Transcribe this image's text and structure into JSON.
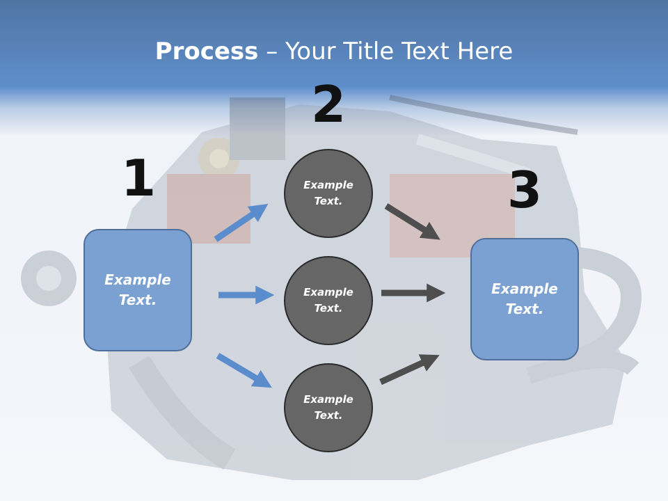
{
  "title": {
    "bold": "Process",
    "dash": " – ",
    "rest": "Your Title Text Here"
  },
  "steps": {
    "one": "1",
    "two": "2",
    "three": "3"
  },
  "left_box": {
    "line1": "Example",
    "line2": "Text."
  },
  "right_box": {
    "line1": "Example",
    "line2": "Text."
  },
  "circles": [
    {
      "line1": "Example",
      "line2": "Text."
    },
    {
      "line1": "Example",
      "line2": "Text."
    },
    {
      "line1": "Example",
      "line2": "Text."
    }
  ],
  "colors": {
    "banner": "#5b87bf",
    "box_fill": "#7ba1d3",
    "box_border": "#4f6f9a",
    "circle_fill": "#666666",
    "left_arrows": "#5b8ccc",
    "right_arrows": "#4e4e4e"
  },
  "icons": {
    "background": "engine-illustration",
    "arrow": "arrow-icon"
  }
}
